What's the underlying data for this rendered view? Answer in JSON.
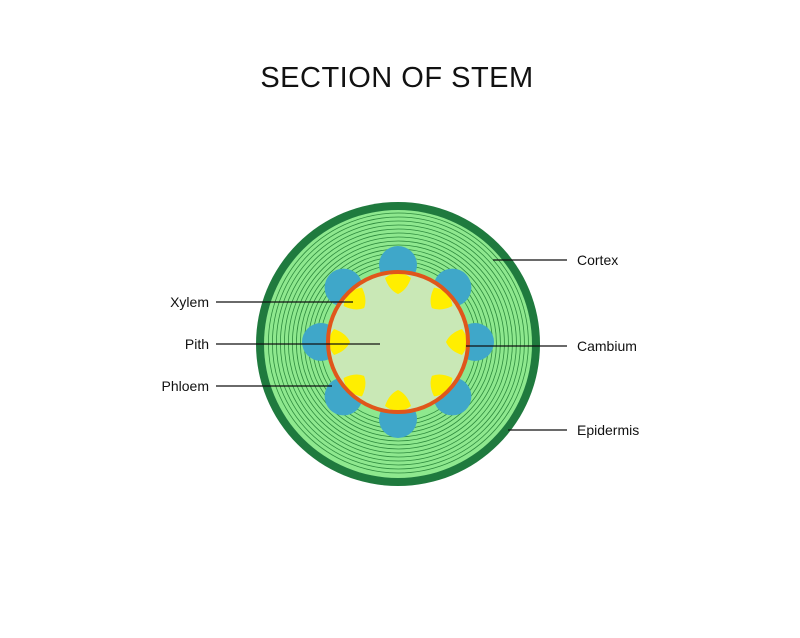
{
  "title": "SECTION OF STEM",
  "labels": {
    "xylem": "Xylem",
    "pith": "Pith",
    "phloem": "Phloem",
    "cortex": "Cortex",
    "cambium": "Cambium",
    "epidermis": "Epidermis"
  },
  "colors": {
    "epidermis": "#1f7a3e",
    "cortex": "#8ee88e",
    "cortex_rings": "#2e8b3e",
    "phloem": "#3fa7c9",
    "xylem": "#ffee00",
    "cambium": "#e0561b",
    "pith": "#c9e8b6",
    "leader_line": "#111111"
  },
  "structure": {
    "vascular_bundle_count": 8
  }
}
